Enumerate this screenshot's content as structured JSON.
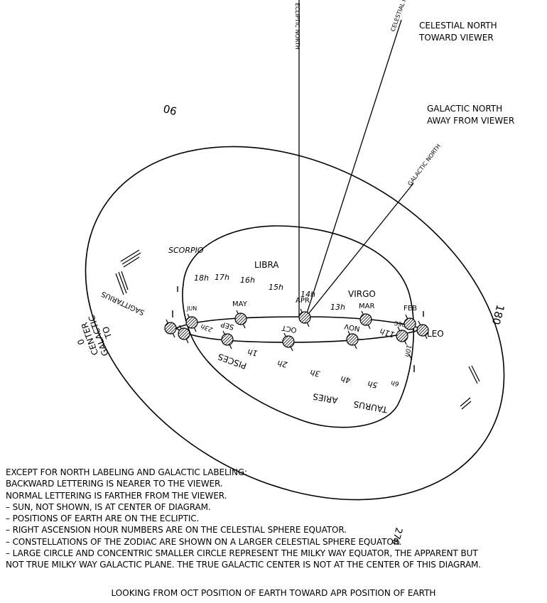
{
  "labels": {
    "ecliptic_north": "ECLIPTIC NORTH",
    "celestial_north_small": "CELESTIAL NORTH",
    "galactic_north_small": "GALACTIC NORTH",
    "celestial_north_1": "CELESTIAL NORTH",
    "celestial_north_2": "TOWARD VIEWER",
    "galactic_north_1": "GALACTIC NORTH",
    "galactic_north_2": "AWAY FROM VIEWER",
    "galactic_center_1": "TO",
    "galactic_center_2": "GALACTIC",
    "galactic_center_3": "CENTER",
    "galactic_center_0": "0"
  },
  "galactic_degrees": [
    "90",
    "180",
    "270"
  ],
  "constellations": {
    "scorpio": "SCORPIO",
    "libra": "LIBRA",
    "virgo": "VIRGO",
    "leo": "LEO",
    "taurus": "TAURUS",
    "aries": "ARIES",
    "pisces": "PISCES",
    "sagittarius": "SAGITTARIUS"
  },
  "hours": [
    "18h",
    "17h",
    "16h",
    "15h",
    "14h",
    "13h",
    "11h",
    "10h",
    "1h",
    "2h",
    "3h",
    "4h",
    "5h",
    "6h",
    "23h"
  ],
  "months": {
    "may": "MAY",
    "apr": "APR",
    "mar": "MAR",
    "feb": "FEB",
    "jun": "JUN",
    "sep": "SEP",
    "oct": "OCT",
    "nov": "NOV",
    "dec": "DEC"
  },
  "notes": [
    "EXCEPT FOR NORTH LABELING AND GALACTIC LABELING:",
    "BACKWARD LETTERING IS NEARER TO THE VIEWER.",
    "NORMAL LETTERING IS FARTHER FROM THE VIEWER.",
    "– SUN, NOT SHOWN, IS AT CENTER OF DIAGRAM.",
    "– POSITIONS OF EARTH ARE ON THE ECLIPTIC.",
    "– RIGHT ASCENSION HOUR NUMBERS ARE ON THE CELESTIAL SPHERE EQUATOR.",
    "– CONSTELLATIONS OF THE ZODIAC ARE SHOWN ON A LARGER CELESTIAL SPHERE EQUATOR.",
    "– LARGE CIRCLE AND CONCENTRIC SMALLER CIRCLE REPRESENT THE MILKY WAY EQUATOR, THE APPARENT BUT",
    "NOT TRUE MILKY WAY GALACTIC PLANE. THE TRUE GALACTIC CENTER IS NOT AT THE CENTER OF THIS DIAGRAM."
  ],
  "caption": "LOOKING FROM OCT POSITION OF EARTH TOWARD APR POSITION OF EARTH"
}
